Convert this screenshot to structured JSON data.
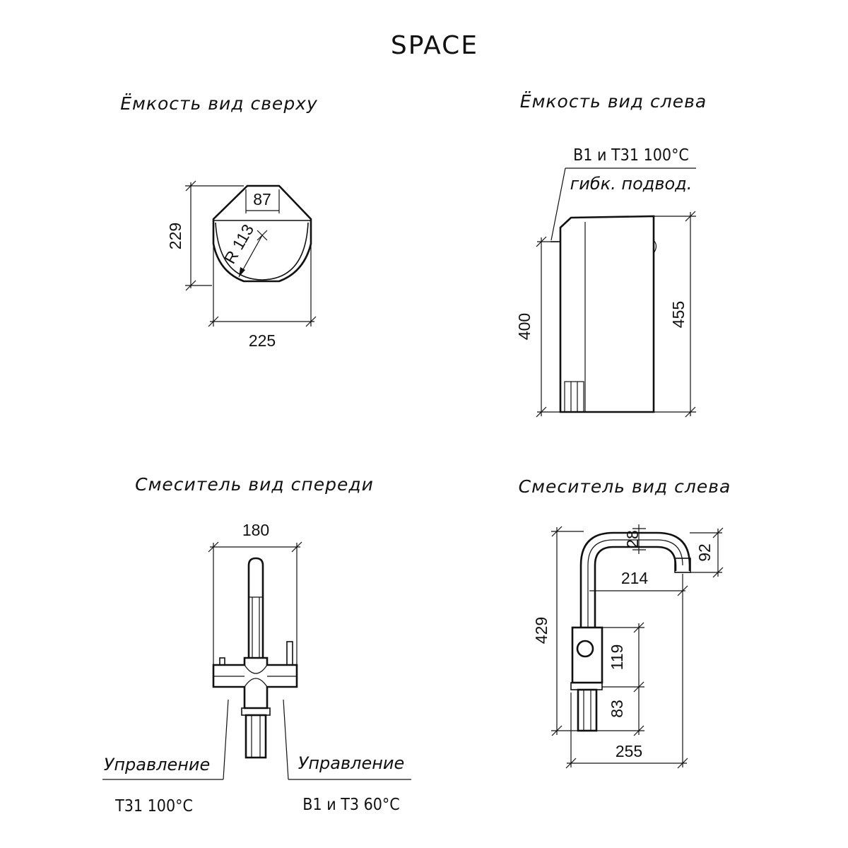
{
  "title": "SPACE",
  "views": {
    "tank_top": {
      "title": "Ёмкость вид сверху",
      "dims": {
        "width": "225",
        "depth": "229",
        "top_flat": "87",
        "radius": "R 113"
      }
    },
    "tank_left": {
      "title": "Ёмкость вид слева",
      "note_line1": "В1 и Т31 100°С",
      "note_line2": "гибк. подвод.",
      "dims": {
        "left_height": "400",
        "right_height": "455"
      }
    },
    "mixer_front": {
      "title": "Смеситель вид спереди",
      "dims": {
        "width": "180"
      },
      "left_label": "Управление",
      "left_value": "Т31 100°С",
      "right_label": "Управление",
      "right_value": "В1 и Т3 60°С"
    },
    "mixer_left": {
      "title": "Смеситель вид слева",
      "dims": {
        "pipe": "28",
        "spout_drop": "92",
        "reach": "214",
        "height": "429",
        "body": "119",
        "shank": "83",
        "total_reach": "255"
      }
    }
  }
}
